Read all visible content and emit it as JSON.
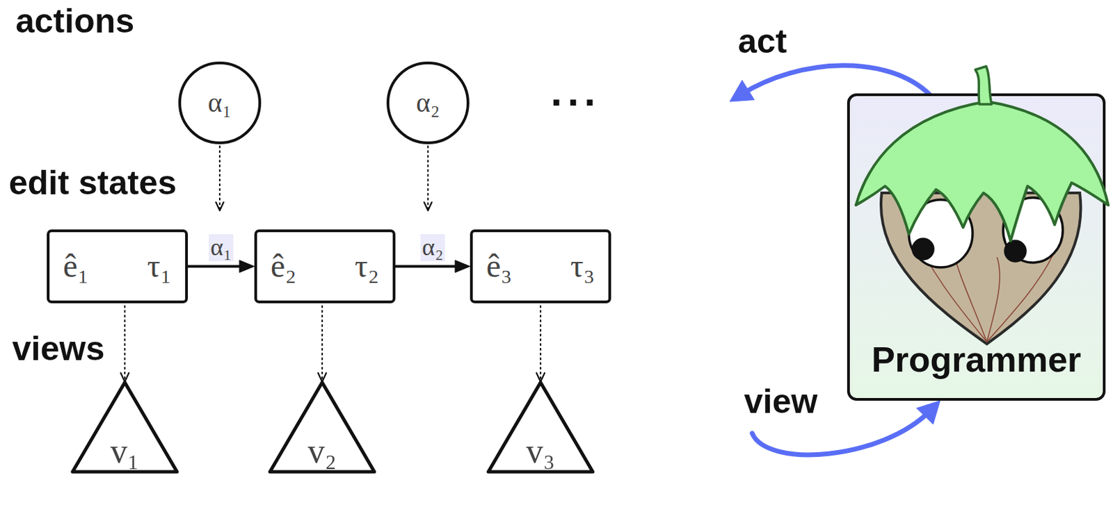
{
  "diagram": {
    "nodes": [
      {
        "text": [
          "actions"
        ]
      },
      {
        "text": [
          "α₁"
        ],
        "in": 0
      },
      {
        "text": [
          "α₂"
        ],
        "in": 0
      },
      {
        "text": [
          "edit states"
        ]
      },
      {
        "text": [
          "ê₁",
          "τ₁"
        ],
        "in": 3
      },
      {
        "text": [
          "ê₂",
          "τ₂"
        ],
        "in": 3
      },
      {
        "text": [
          "ê₃",
          "τ₃"
        ],
        "in": 3
      },
      {
        "text": [
          "views"
        ]
      },
      {
        "text": [
          "v₁"
        ],
        "in": 7
      },
      {
        "text": [
          "v₂"
        ],
        "in": 7
      },
      {
        "text": [
          "v₃"
        ],
        "in": 7
      },
      {
        "text": [
          "Programmer"
        ]
      }
    ],
    "edges": [
      {
        "from": 4,
        "to": 5,
        "label": "α₁",
        "arrow": "to"
      },
      {
        "from": 5,
        "to": 6,
        "label": "α₂",
        "arrow": "to"
      },
      {
        "from": 4,
        "to": 8,
        "arrow": "to"
      },
      {
        "from": 5,
        "to": 9,
        "arrow": "to"
      },
      {
        "from": 6,
        "to": 10,
        "arrow": "to"
      },
      {
        "from": 11,
        "to": 0,
        "label": "act",
        "arrow": "to"
      },
      {
        "from": 7,
        "to": 11,
        "label": "view",
        "arrow": "to"
      }
    ],
    "labels": [
      "..."
    ]
  }
}
